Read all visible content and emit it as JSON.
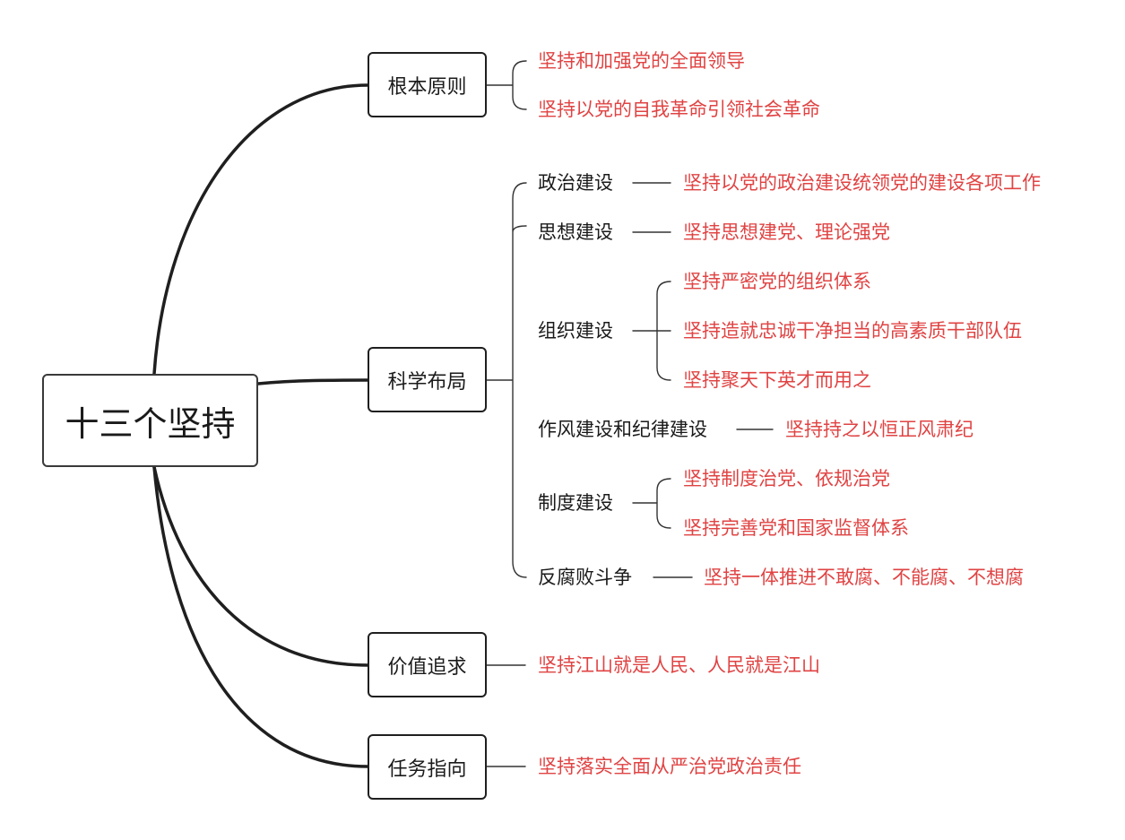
{
  "root": {
    "label": "十三个坚持"
  },
  "branches": {
    "b1": {
      "label": "根本原则",
      "items": [
        "坚持和加强党的全面领导",
        "坚持以党的自我革命引领社会革命"
      ]
    },
    "b2": {
      "label": "科学布局",
      "subs": [
        {
          "label": "政治建设",
          "items": [
            "坚持以党的政治建设统领党的建设各项工作"
          ]
        },
        {
          "label": "思想建设",
          "items": [
            "坚持思想建党、理论强党"
          ]
        },
        {
          "label": "组织建设",
          "items": [
            "坚持严密党的组织体系",
            "坚持造就忠诚干净担当的高素质干部队伍",
            "坚持聚天下英才而用之"
          ]
        },
        {
          "label": "作风建设和纪律建设",
          "items": [
            "坚持持之以恒正风肃纪"
          ]
        },
        {
          "label": "制度建设",
          "items": [
            "坚持制度治党、依规治党",
            "坚持完善党和国家监督体系"
          ]
        },
        {
          "label": "反腐败斗争",
          "items": [
            "坚持一体推进不敢腐、不能腐、不想腐"
          ]
        }
      ]
    },
    "b3": {
      "label": "价值追求",
      "items": [
        "坚持江山就是人民、人民就是江山"
      ]
    },
    "b4": {
      "label": "任务指向",
      "items": [
        "坚持落实全面从严治党政治责任"
      ]
    }
  },
  "colors": {
    "line": "#1f1f1f",
    "leaf_text": "#e04343",
    "node_text": "#1a1a1a"
  }
}
